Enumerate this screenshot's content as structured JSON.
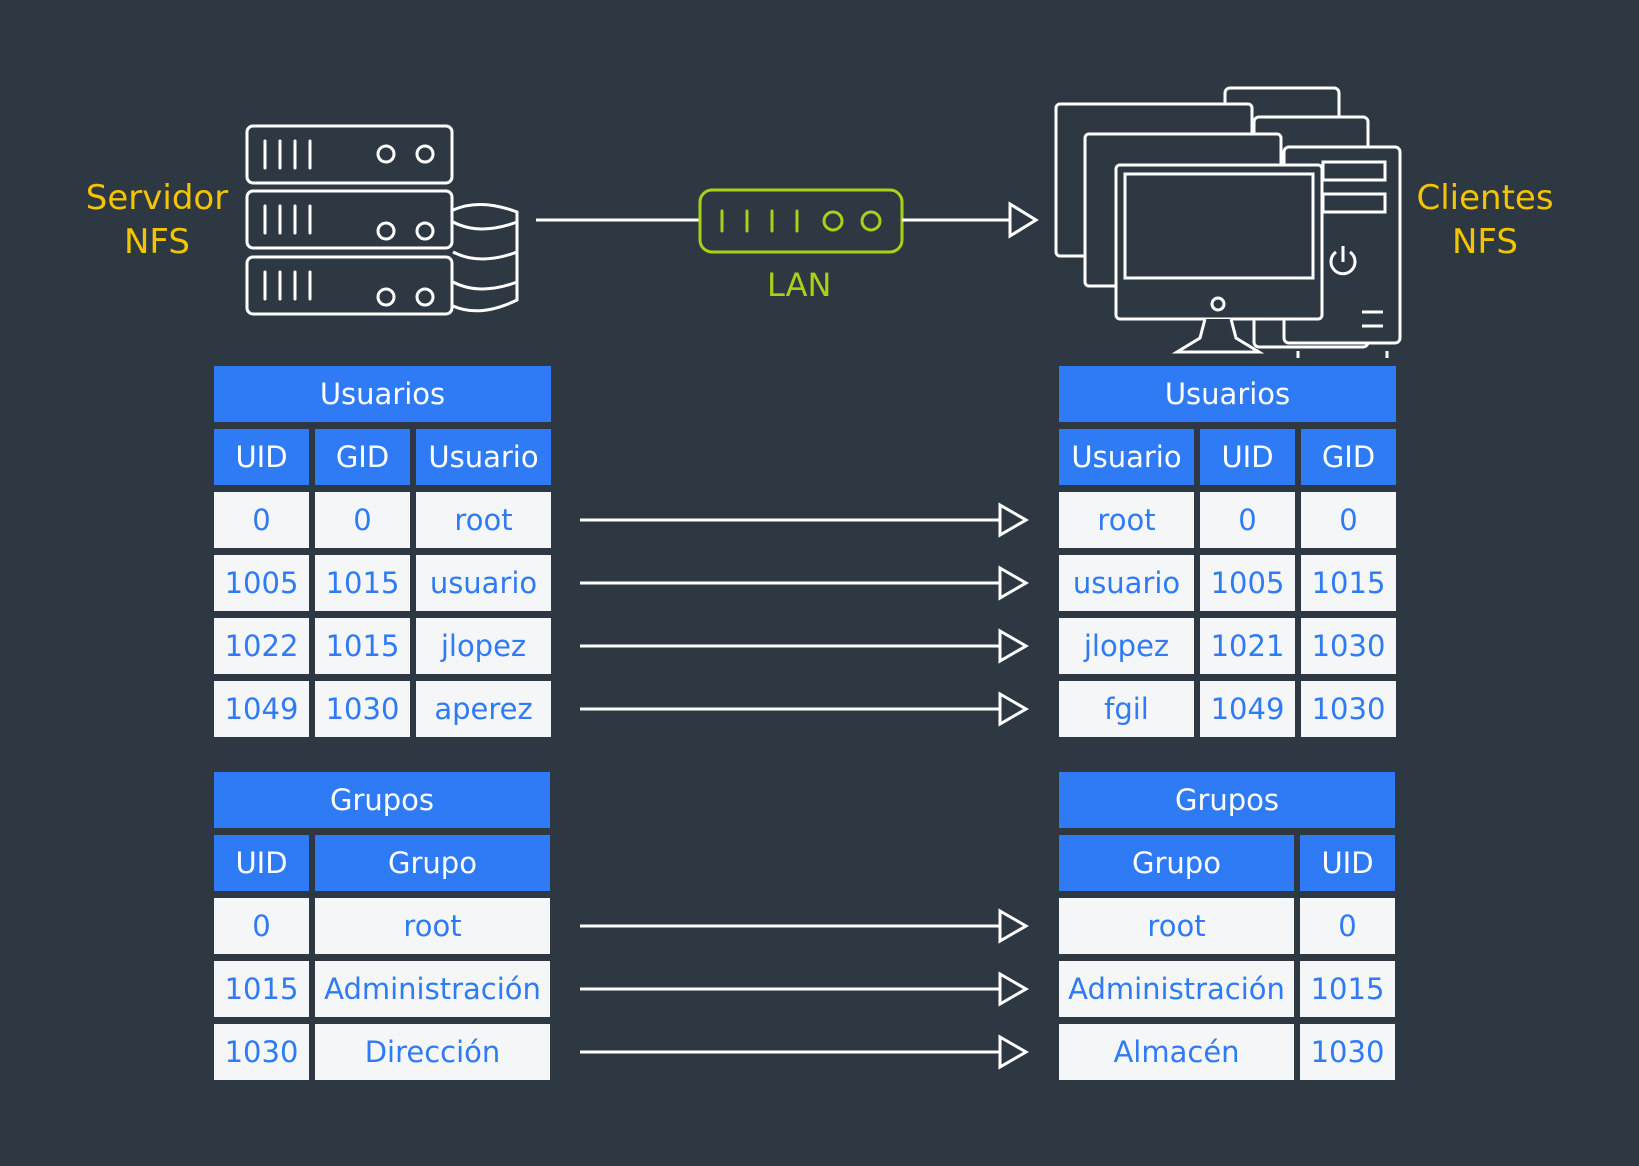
{
  "server_label": [
    "Servidor",
    "NFS"
  ],
  "clients_label": [
    "Clientes",
    "NFS"
  ],
  "lan_label": "LAN",
  "colors": {
    "background": "#2e3843",
    "header": "#2f7bf6",
    "cell": "#f5f6f7",
    "cell_text": "#2f7bf6",
    "server_text": "#f5c400",
    "lan": "#a7d21a",
    "lines": "#ffffff"
  },
  "icons": {
    "server": "server-rack-icon",
    "database": "database-icon",
    "switch": "network-switch-icon",
    "clients": "desktop-computers-icon"
  },
  "server_users": {
    "title": "Usuarios",
    "headers": [
      "UID",
      "GID",
      "Usuario"
    ],
    "rows": [
      [
        "0",
        "0",
        "root"
      ],
      [
        "1005",
        "1015",
        "usuario"
      ],
      [
        "1022",
        "1015",
        "jlopez"
      ],
      [
        "1049",
        "1030",
        "aperez"
      ]
    ]
  },
  "client_users": {
    "title": "Usuarios",
    "headers": [
      "Usuario",
      "UID",
      "GID"
    ],
    "rows": [
      [
        "root",
        "0",
        "0"
      ],
      [
        "usuario",
        "1005",
        "1015"
      ],
      [
        "jlopez",
        "1021",
        "1030"
      ],
      [
        "fgil",
        "1049",
        "1030"
      ]
    ]
  },
  "server_groups": {
    "title": "Grupos",
    "headers": [
      "UID",
      "Grupo"
    ],
    "rows": [
      [
        "0",
        "root"
      ],
      [
        "1015",
        "Administración"
      ],
      [
        "1030",
        "Dirección"
      ]
    ]
  },
  "client_groups": {
    "title": "Grupos",
    "headers": [
      "Grupo",
      "UID"
    ],
    "rows": [
      [
        "root",
        "0"
      ],
      [
        "Administración",
        "1015"
      ],
      [
        "Almacén",
        "1030"
      ]
    ]
  }
}
